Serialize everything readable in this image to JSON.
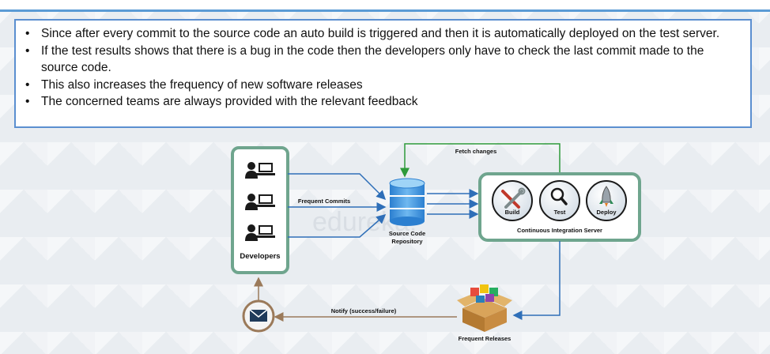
{
  "bullets": [
    "Since after every commit to the source code an auto build is triggered and then it is automatically deployed on the test server.",
    "If the test results shows that there is a bug in the code then the developers only have to check the last commit made to the source code.",
    "This also increases the frequency of new software releases",
    "The concerned teams are always provided with the relevant feedback"
  ],
  "diagram": {
    "developers_label": "Developers",
    "frequent_commits_label": "Frequent Commits",
    "repo_label_line1": "Source Code",
    "repo_label_line2": "Repository",
    "fetch_changes_label": "Fetch changes",
    "ci_server_label": "Continuous Integration Server",
    "build_label": "Build",
    "test_label": "Test",
    "deploy_label": "Deploy",
    "notify_label": "Notify (success/failure)",
    "frequent_releases_label": "Frequent Releases",
    "watermark": "edureka!"
  },
  "colors": {
    "green_border": "#6fa58e",
    "arrow_blue": "#2f6fb8",
    "fetch_green": "#2e9a3a",
    "notify_brown": "#9b7a5a"
  }
}
